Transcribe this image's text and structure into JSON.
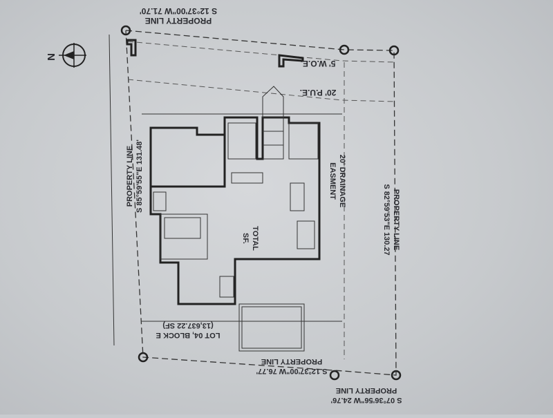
{
  "plan": {
    "top_line": {
      "title": "PROPERTY LINE",
      "bearing": "S 12°37'00\"W 71.70'"
    },
    "left_line": {
      "title": "PROPERTY LINE",
      "bearing": "S 85°59'55\"E 131.48'"
    },
    "right_line": {
      "title": "PROPERTY LINE",
      "bearing": "S 82°59'53\"E 130.27"
    },
    "bottom_line": {
      "title": "PROPERTY LINE",
      "bearing": "S 12°37'00\"W 76.77'"
    },
    "bottom_right_line": {
      "title": "PROPERTY LINE",
      "bearing": "S 07°36'56\"W 24.76'"
    },
    "woe": "5' W.O.E.",
    "pue": "20' P.U.E.",
    "drainage": {
      "line1": "20' DRAINAGE",
      "line2": "EASMENT"
    },
    "total": {
      "line1": "TOTAL",
      "line2": "SF."
    },
    "lot": {
      "line1": "LOT 04, BLOCK E",
      "line2": "(13,637.22 SF)"
    },
    "north_label": "N",
    "colors": {
      "paper": "#c8cbcf",
      "ink": "#2a2b30"
    }
  }
}
